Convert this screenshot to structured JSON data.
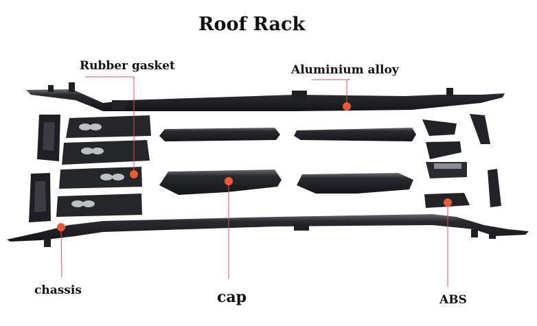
{
  "title": "Roof Rack",
  "callouts": {
    "rubber_gasket": "Rubber gasket",
    "aluminium_alloy": "Aluminium alloy",
    "chassis": "chassis",
    "cap": "cap",
    "abs": "ABS"
  },
  "colors": {
    "part": "#1e1f22",
    "part_highlight": "#5a5c61",
    "marker": "#ec5a35",
    "leader": "#d9534f",
    "text": "#111111"
  }
}
